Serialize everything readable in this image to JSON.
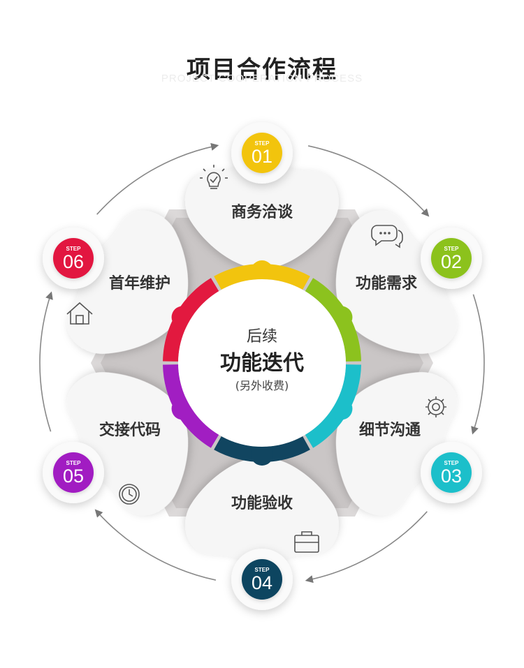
{
  "title": "项目合作流程",
  "subtitle": "PROJECT COOPERATION PROCESS",
  "center": {
    "line1": "后续",
    "line2": "功能迭代",
    "line3": "(另外收费)"
  },
  "step_word": "STEP",
  "steps": [
    {
      "num": "01",
      "label": "商务洽谈",
      "color": "#f2c40e",
      "icon": "lightbulb-icon"
    },
    {
      "num": "02",
      "label": "功能需求",
      "color": "#8cc21e",
      "icon": "chat-bubbles-icon"
    },
    {
      "num": "03",
      "label": "细节沟通",
      "color": "#1cbfca",
      "icon": "gear-icon"
    },
    {
      "num": "04",
      "label": "功能验收",
      "color": "#114560",
      "icon": "briefcase-icon"
    },
    {
      "num": "05",
      "label": "交接代码",
      "color": "#a11ec2",
      "icon": "clock-icon"
    },
    {
      "num": "06",
      "label": "首年维护",
      "color": "#e2193f",
      "icon": "house-icon"
    }
  ]
}
